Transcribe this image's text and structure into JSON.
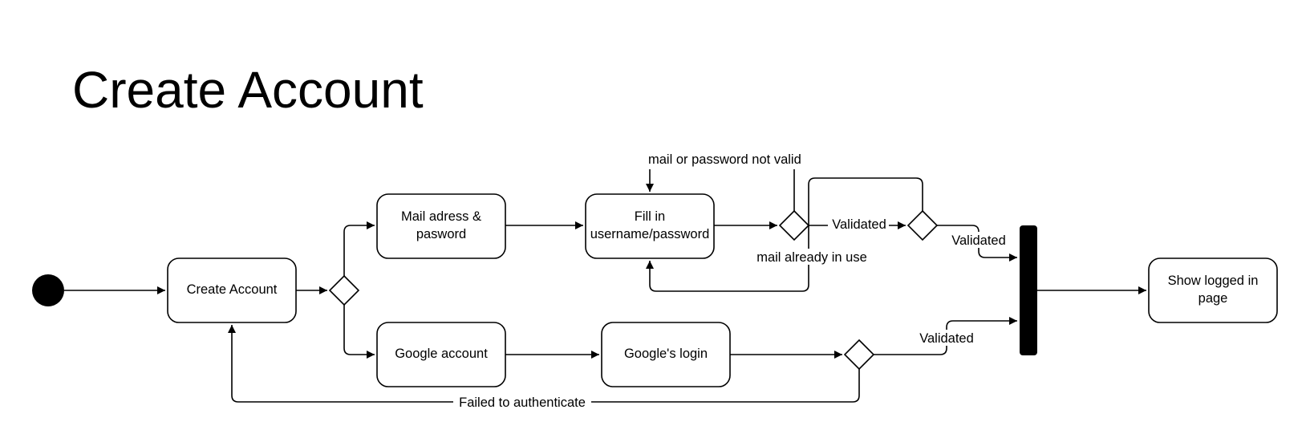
{
  "title": "Create Account",
  "nodes": {
    "create_account": {
      "lines": [
        "Create Account"
      ]
    },
    "mail_address": {
      "lines": [
        "Mail adress &",
        "pasword"
      ]
    },
    "fill_in": {
      "lines": [
        "Fill in",
        "username/password"
      ]
    },
    "google_account": {
      "lines": [
        "Google account"
      ]
    },
    "google_login": {
      "lines": [
        "Google's login"
      ]
    },
    "show_logged_in": {
      "lines": [
        "Show logged in",
        "page"
      ]
    }
  },
  "edge_labels": {
    "not_valid": "mail or password not valid",
    "validated_1": "Validated",
    "mail_in_use": "mail already in use",
    "validated_2": "Validated",
    "validated_3": "Validated",
    "failed_auth": "Failed to authenticate"
  }
}
